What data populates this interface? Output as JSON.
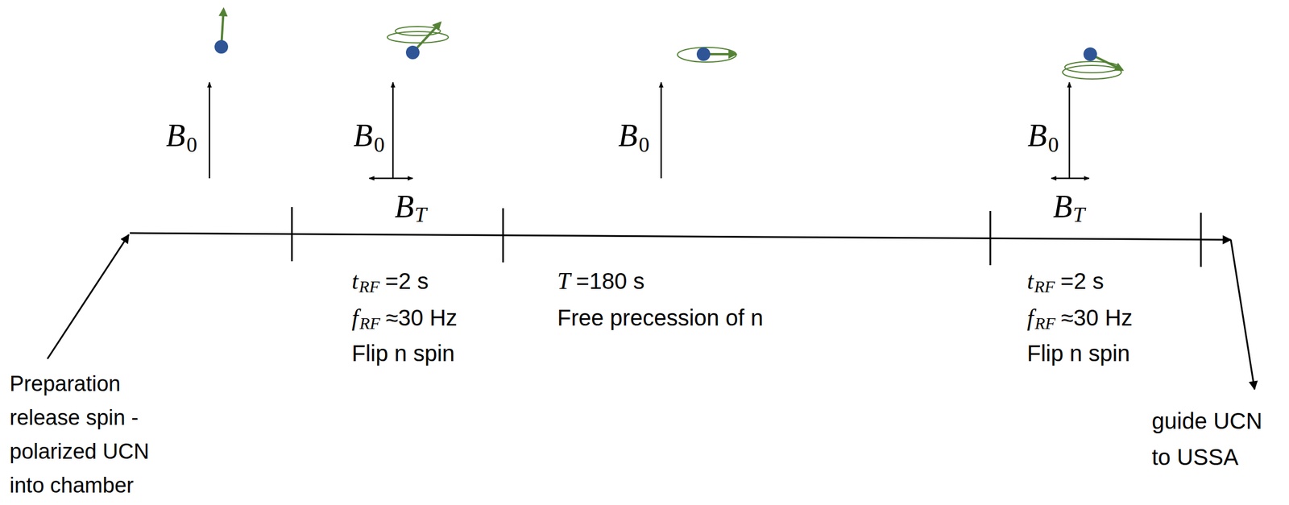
{
  "diagram": {
    "labels": [
      "B",
      "0",
      "B",
      "0",
      "B",
      "T",
      "t",
      "RF",
      "=2 s",
      "f",
      "RF",
      "≈30 Hz",
      "Flip n spin",
      "B",
      "0",
      "T",
      "=180 s",
      "Free precession of n",
      "B",
      "0",
      "B",
      "T",
      "t",
      "RF",
      "=2 s",
      "f",
      "RF",
      "≈30 Hz",
      "Flip n spin",
      "Preparation release spin -polarized UCN into chamber",
      "guide UCN to USSA"
    ]
  }
}
